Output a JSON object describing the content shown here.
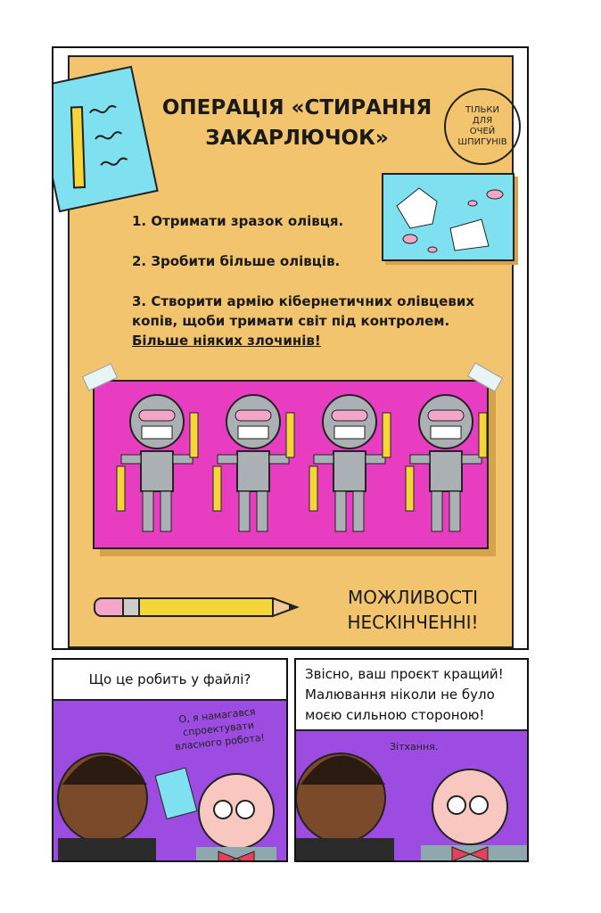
{
  "top_panel": {
    "title": "ОПЕРАЦІЯ «СТИРАННЯ ЗАКАРЛЮЧОК»",
    "stamp": [
      "ТІЛЬКИ",
      "ДЛЯ",
      "ОЧЕЙ",
      "ШПИГУНІВ"
    ],
    "steps": [
      {
        "text": "1. Отримати зразок олівця."
      },
      {
        "text": "2. Зробити більше олівців."
      },
      {
        "text": "3. Створити армію кібернетичних олівцевих копів, щоби тримати світ під контролем.",
        "underlined": "Більше ніяких злочинів!"
      }
    ],
    "slogan": [
      "МОЖЛИВОСТІ",
      "НЕСКІНЧЕННІ!"
    ]
  },
  "panel_left": {
    "speech": "Що це робить у файлі?",
    "reply": [
      "О, я намагався",
      "спроектувати",
      "власного робота!"
    ]
  },
  "panel_right": {
    "speech": [
      "Звісно, ваш проєкт кращий!",
      "Малювання ніколи не було",
      "моєю сильною стороною!"
    ],
    "sigh": "Зітхання."
  },
  "colors": {
    "paper": "#F2C46E",
    "note": "#7FE0F0",
    "banner": "#E83DC0",
    "background": "#9C4CE0"
  }
}
